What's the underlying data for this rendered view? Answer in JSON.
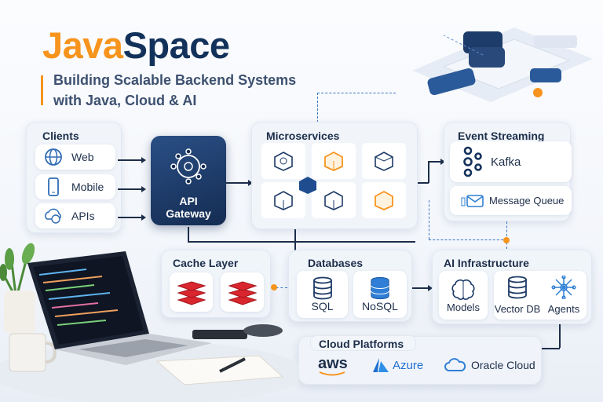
{
  "title": {
    "part1": "Java",
    "part2": "Space"
  },
  "subtitle": {
    "line1": "Building Scalable Backend Systems",
    "line2": "with Java, Cloud & AI"
  },
  "clients": {
    "title": "Clients",
    "items": [
      {
        "label": "Web",
        "icon": "globe-icon"
      },
      {
        "label": "Mobile",
        "icon": "phone-icon"
      },
      {
        "label": "APIs",
        "icon": "cloud-globe-icon"
      }
    ]
  },
  "gateway": {
    "line1": "API",
    "line2": "Gateway"
  },
  "microservices": {
    "title": "Microservices"
  },
  "event_streaming": {
    "title": "Event Streaming",
    "kafka": "Kafka",
    "queue": "Message Queue"
  },
  "cache": {
    "title": "Cache Layer"
  },
  "databases": {
    "title": "Databases",
    "sql": "SQL",
    "nosql": "NoSQL"
  },
  "ai": {
    "title": "AI Infrastructure",
    "models": "Models",
    "vector": "Vector DB",
    "agents": "Agents"
  },
  "cloud": {
    "title": "Cloud Platforms",
    "aws": "aws",
    "azure": "Azure",
    "oracle": "Oracle Cloud"
  },
  "colors": {
    "orange": "#f7941d",
    "navy": "#13325b",
    "blue": "#2f7fd6",
    "red": "#d9262e"
  }
}
